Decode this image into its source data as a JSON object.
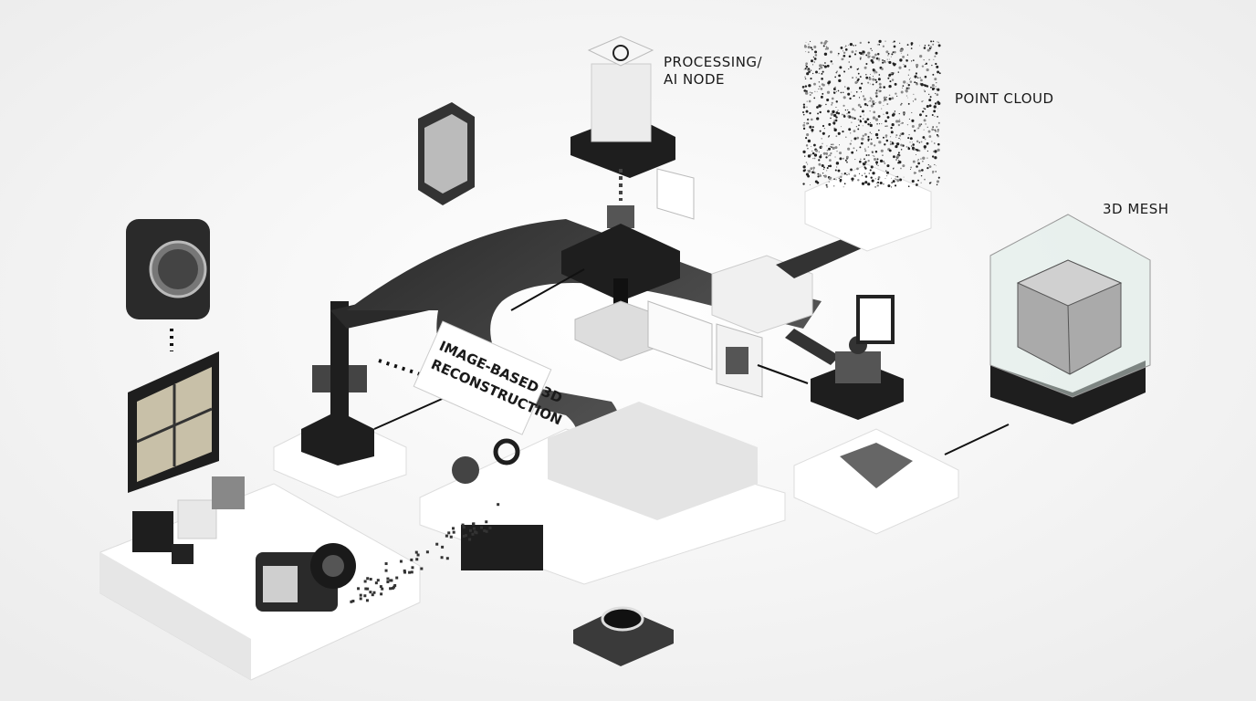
{
  "labels": {
    "processing_line1": "PROCESSING/",
    "processing_line2": "AI NODE",
    "point_cloud": "POINT CLOUD",
    "mesh": "3D MESH",
    "reconstruction_line1": "IMAGE-BASED 3D",
    "reconstruction_line2": "RECONSTRUCTION"
  },
  "colors": {
    "background": "#f4f4f4",
    "dark": "#1e1e1e",
    "mid": "#8a8a8a",
    "light": "#ffffff"
  }
}
